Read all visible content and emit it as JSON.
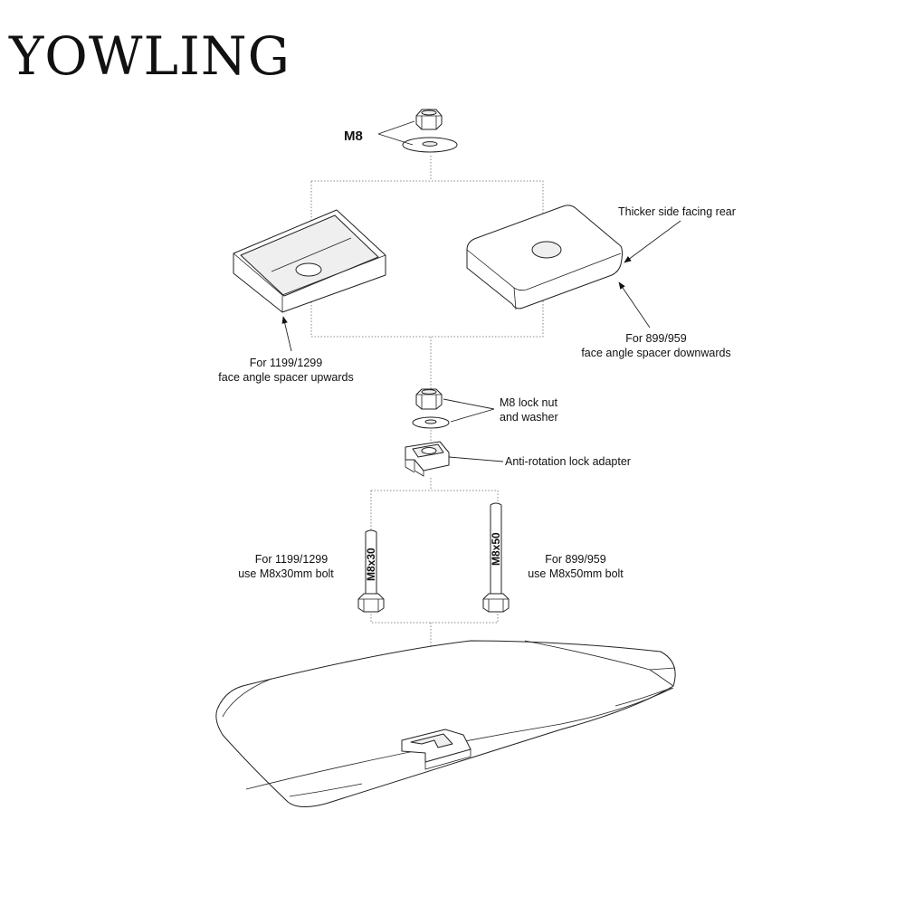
{
  "brand": {
    "logo": "YOWLING"
  },
  "labels": {
    "m8": "M8",
    "thicker_side": "Thicker side facing rear",
    "for_1199_spacer_1": "For 1199/1299",
    "for_1199_spacer_2": "face angle spacer upwards",
    "for_899_spacer_1": "For 899/959",
    "for_899_spacer_2": "face angle spacer downwards",
    "lock_nut_1": "M8 lock nut",
    "lock_nut_2": "and washer",
    "anti_rotation": "Anti-rotation lock adapter",
    "for_1199_bolt_1": "For 1199/1299",
    "for_1199_bolt_2": "use M8x30mm bolt",
    "for_899_bolt_1": "For 899/959",
    "for_899_bolt_2": "use M8x50mm bolt"
  },
  "bolts": {
    "short": "M8x30",
    "long": "M8x50"
  }
}
